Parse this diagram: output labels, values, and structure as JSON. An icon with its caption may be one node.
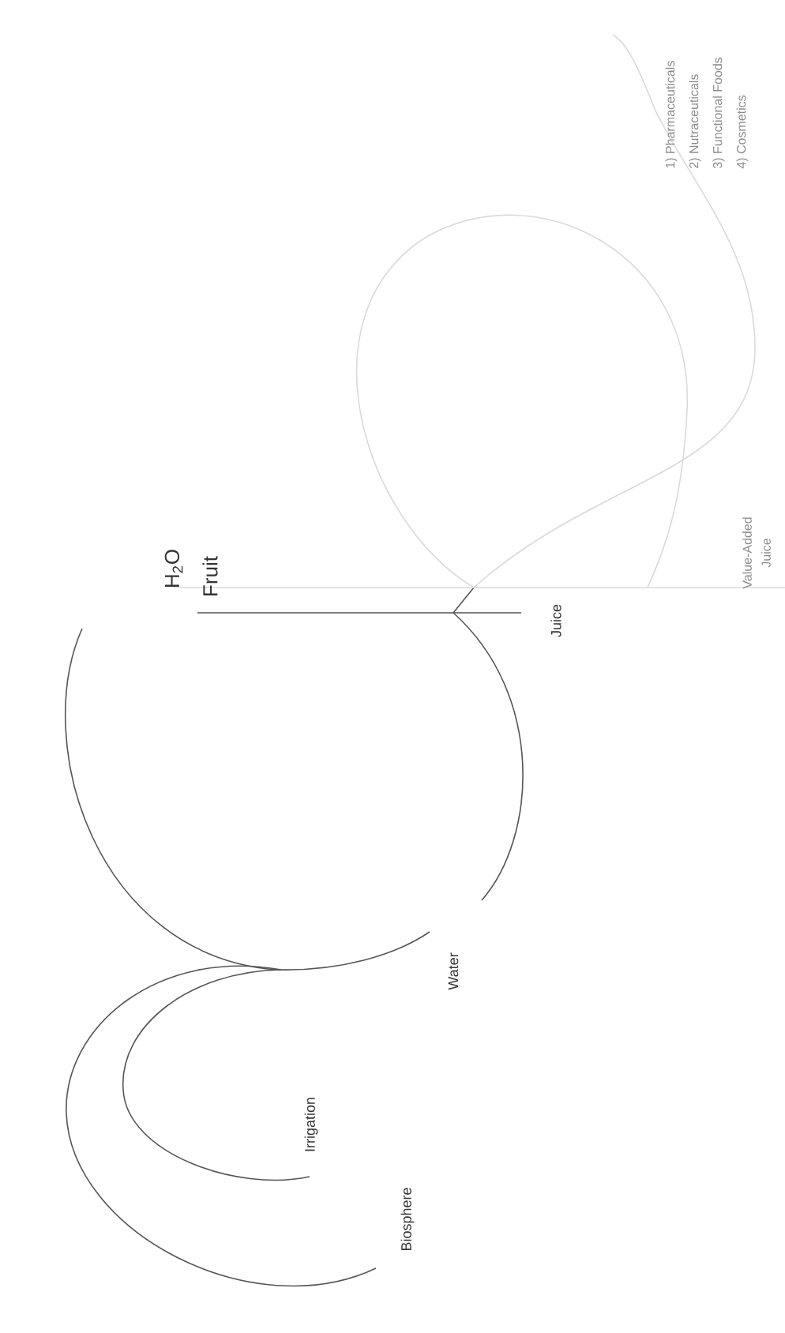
{
  "diagram": {
    "labels": [
      "1) Pharmaceuticals",
      "2) Nutraceuticals",
      "3) Functional Foods",
      "4) Cosmetics",
      "H$_{2}$O",
      "Fruit",
      "Juice",
      "Value-Added Juice",
      "Water",
      "Irrigation",
      "Biosphere"
    ]
  }
}
